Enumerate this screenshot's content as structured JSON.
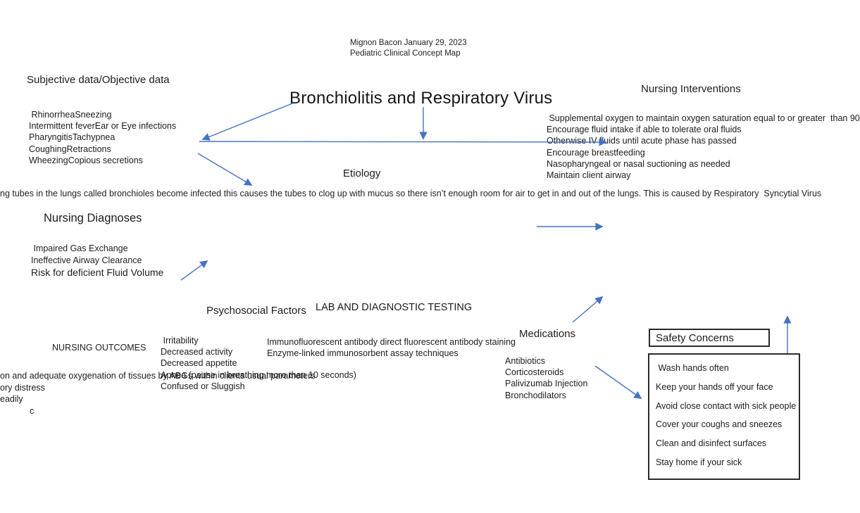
{
  "page": {
    "author_line": "Mignon Bacon January 29, 2023",
    "subtitle_line": "Pediatric Clinical Concept Map",
    "title": "Bronchiolitis and Respiratory Virus"
  },
  "colors": {
    "arrow": "#4472C4",
    "text": "#1f1f1f"
  },
  "sections": {
    "subjective": {
      "heading": "Subjective data/Objective data",
      "items": [
        " RhinorrheaSneezing",
        "Intermittent feverEar or Eye infections",
        "PharyngitisTachypnea",
        "CoughingRetractions",
        "WheezingCopious secretions"
      ]
    },
    "interventions": {
      "heading": "Nursing Interventions",
      "items": [
        " Supplemental oxygen to maintain oxygen saturation equal to or greater  than 90",
        "Encourage fluid intake if able to tolerate oral fluids",
        "Otherwise IV fluids until acute phase has passed",
        "Encourage breastfeeding",
        "Nasopharyngeal or nasal suctioning as needed",
        "Maintain client airway"
      ]
    },
    "etiology": {
      "heading": "Etiology",
      "text": "ng tubes in the lungs called bronchioles become infected this causes the tubes to clog up with mucus so there isn’t enough room for air to get in and out of the lungs. This is caused by Respiratory  Syncytial Virus"
    },
    "diagnoses": {
      "heading": "Nursing Diagnoses",
      "items": [
        " Impaired Gas Exchange",
        "Ineffective Airway Clearance",
        "Risk for deficient Fluid Volume"
      ]
    },
    "psychosocial": {
      "heading": "Psychosocial Factors",
      "items": [
        " Irritability",
        "Decreased activity",
        "Decreased appetite",
        "Apnea (pause in breathing more than 10 seconds)",
        "Confused or Sluggish"
      ]
    },
    "labs": {
      "heading": "LAB AND DIAGNOSTIC TESTING",
      "items": [
        "Immunofluorescent antibody direct fluorescent antibody staining",
        "Enzyme-linked immunosorbent assay techniques"
      ]
    },
    "outcomes": {
      "heading": "NURSING OUTCOMES",
      "items": [
        "on and adequate oxygenation of tissues by ABGs within clients usual parameters",
        "ory distress",
        "eadily",
        "c"
      ]
    },
    "medications": {
      "heading": "Medications",
      "items": [
        "Antibiotics",
        "Corticosteroids",
        "Palivizumab Injection",
        "Bronchodilators"
      ]
    },
    "safety": {
      "heading": "Safety Concerns",
      "items": [
        " Wash hands often",
        "Keep your hands off your face",
        "Avoid close contact with sick people",
        "Cover your coughs and sneezes",
        "Clean and disinfect surfaces",
        "Stay home if your sick"
      ]
    }
  }
}
